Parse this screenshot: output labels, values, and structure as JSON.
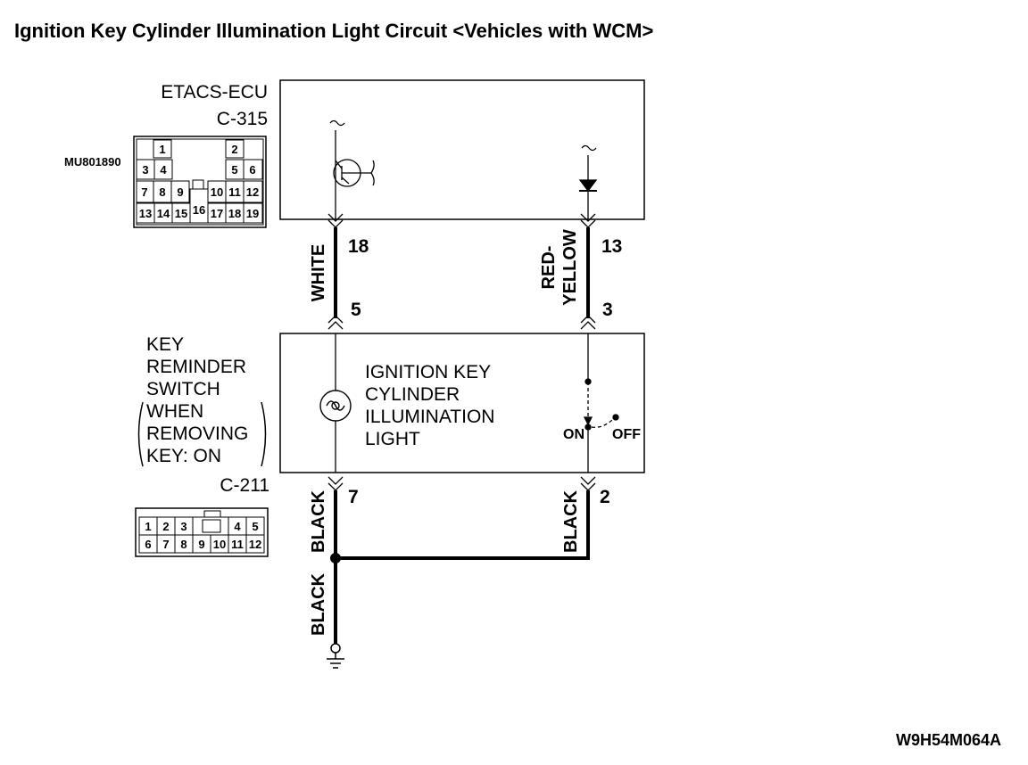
{
  "title": "Ignition Key Cylinder Illumination Light Circuit <Vehicles with WCM>",
  "ecu": {
    "name": "ETACS-ECU",
    "connector": "C-315",
    "part_number": "MU801890",
    "connector_pins": [
      "1",
      "2",
      "3",
      "4",
      "5",
      "6",
      "7",
      "8",
      "9",
      "10",
      "11",
      "12",
      "13",
      "14",
      "15",
      "16",
      "17",
      "18",
      "19"
    ]
  },
  "wires_upper": {
    "left": {
      "color": "WHITE",
      "pin_top": "18",
      "pin_bottom": "5"
    },
    "right": {
      "color_line1": "RED-",
      "color_line2": "YELLOW",
      "pin_top": "13",
      "pin_bottom": "3"
    }
  },
  "switch": {
    "name_lines": [
      "KEY",
      "REMINDER",
      "SWITCH",
      "WHEN",
      "REMOVING",
      "KEY: ON"
    ],
    "light_lines": [
      "IGNITION KEY",
      "CYLINDER",
      "ILLUMINATION",
      "LIGHT"
    ],
    "on_label": "ON",
    "off_label": "OFF",
    "connector": "C-211",
    "connector_pins": [
      "1",
      "2",
      "3",
      "4",
      "5",
      "6",
      "7",
      "8",
      "9",
      "10",
      "11",
      "12"
    ]
  },
  "wires_lower": {
    "left": {
      "color": "BLACK",
      "pin": "7"
    },
    "right": {
      "color": "BLACK",
      "pin": "2"
    },
    "ground": {
      "color": "BLACK"
    }
  },
  "figure_code": "W9H54M064A"
}
